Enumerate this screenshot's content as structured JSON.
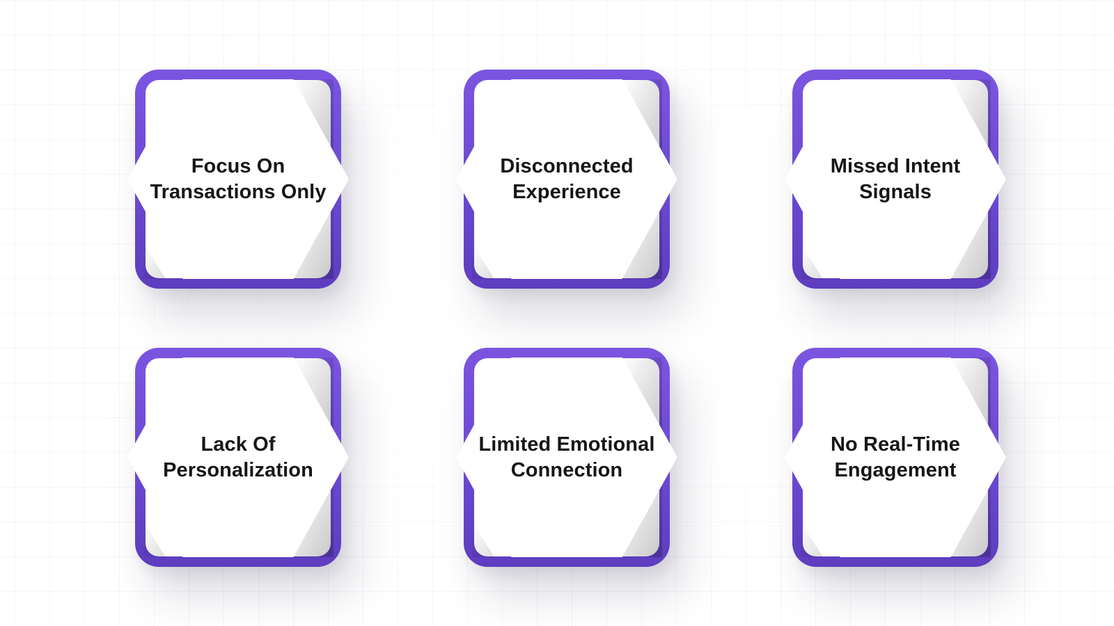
{
  "diagram": {
    "colors": {
      "frame": "#6f4bd6",
      "text": "#161616",
      "background": "#ffffff"
    },
    "items": [
      {
        "label_line1": "Focus On",
        "label_line2": "Transactions Only"
      },
      {
        "label_line1": "Disconnected",
        "label_line2": "Experience"
      },
      {
        "label_line1": "Missed Intent",
        "label_line2": "Signals"
      },
      {
        "label_line1": "Lack Of",
        "label_line2": "Personalization"
      },
      {
        "label_line1": "Limited Emotional",
        "label_line2": "Connection"
      },
      {
        "label_line1": "No Real-Time",
        "label_line2": "Engagement"
      }
    ]
  }
}
